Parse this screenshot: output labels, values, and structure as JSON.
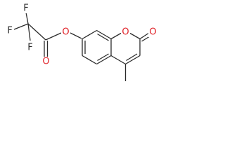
{
  "molecule": {
    "atoms": {
      "f_top": "F",
      "f_left": "F",
      "f_bottom": "F",
      "o_ester": "O",
      "o_carbonyl_ester": "O",
      "o_ring": "O",
      "o_lactone": "O"
    }
  },
  "colors": {
    "bond": "#2b2b2b",
    "fluorine": "#2b2b2b",
    "oxygen": "#e0242b",
    "background": "#ffffff"
  }
}
